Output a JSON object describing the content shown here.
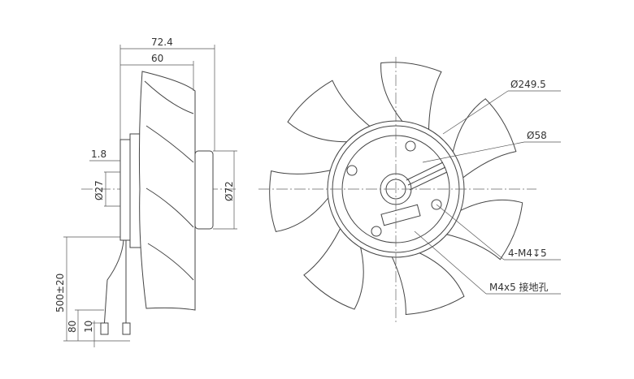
{
  "side_view": {
    "dim_overall_depth": "72.4",
    "dim_blade_depth": "60",
    "dim_flange": "1.8",
    "dim_shaft_dia": "Ø27",
    "dim_motor_dia": "Ø72",
    "dim_cable_length": "500±20",
    "dim_strip_80": "80",
    "dim_strip_10": "10"
  },
  "front_view": {
    "blade_count": 7,
    "dim_fan_dia": "Ø249.5",
    "dim_hub_dia": "Ø58",
    "dim_mount_holes": "4-M4↧5",
    "dim_ground_hole": "M4x5 接地孔"
  },
  "colors": {
    "line": "#444444",
    "background": "#ffffff"
  }
}
